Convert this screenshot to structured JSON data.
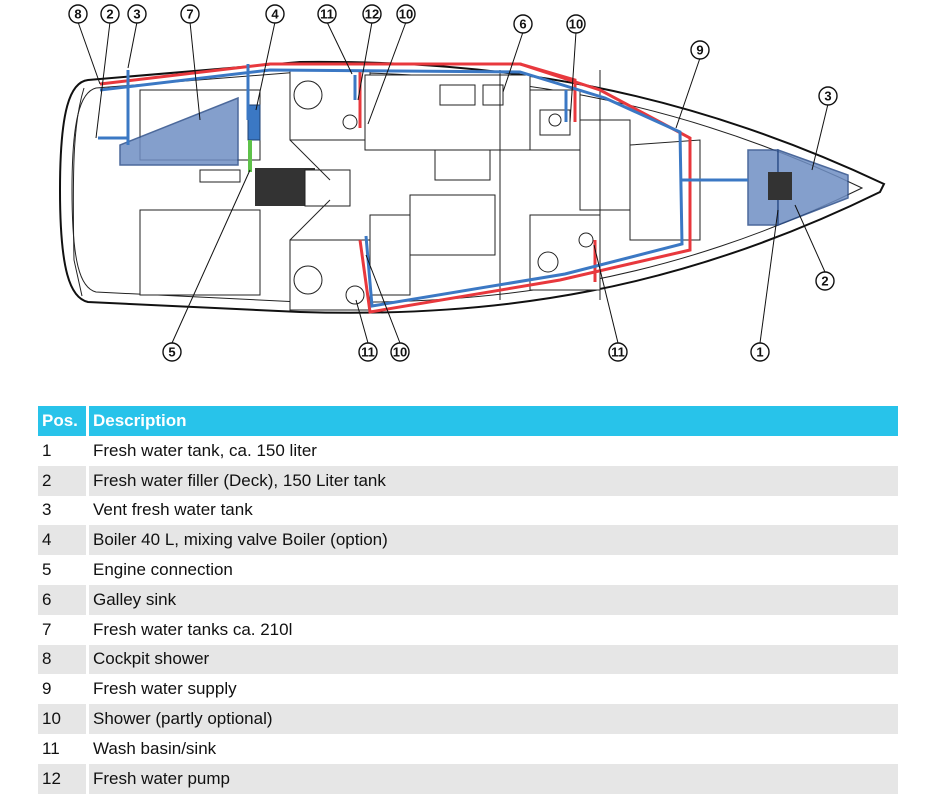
{
  "callouts": [
    {
      "label": "8"
    },
    {
      "label": "2"
    },
    {
      "label": "3"
    },
    {
      "label": "7"
    },
    {
      "label": "4"
    },
    {
      "label": "11"
    },
    {
      "label": "12"
    },
    {
      "label": "10"
    },
    {
      "label": "6"
    },
    {
      "label": "10"
    },
    {
      "label": "9"
    },
    {
      "label": "3"
    },
    {
      "label": "2"
    },
    {
      "label": "1"
    },
    {
      "label": "11"
    },
    {
      "label": "10"
    },
    {
      "label": "11"
    },
    {
      "label": "5"
    }
  ],
  "table": {
    "headers": [
      "Pos.",
      "Description"
    ],
    "rows": [
      {
        "pos": "1",
        "desc": "Fresh water tank, ca. 150 liter"
      },
      {
        "pos": "2",
        "desc": "Fresh water filler (Deck), 150 Liter tank"
      },
      {
        "pos": "3",
        "desc": "Vent fresh water tank"
      },
      {
        "pos": "4",
        "desc": "Boiler 40 L, mixing valve Boiler (option)"
      },
      {
        "pos": "5",
        "desc": "Engine connection"
      },
      {
        "pos": "6",
        "desc": "Galley sink"
      },
      {
        "pos": "7",
        "desc": "Fresh water tanks ca. 210l"
      },
      {
        "pos": "8",
        "desc": "Cockpit shower"
      },
      {
        "pos": "9",
        "desc": "Fresh water supply"
      },
      {
        "pos": "10",
        "desc": "Shower (partly optional)"
      },
      {
        "pos": "11",
        "desc": "Wash basin/sink"
      },
      {
        "pos": "12",
        "desc": "Fresh water pump"
      }
    ]
  },
  "colors": {
    "header_bg": "#28c3ea",
    "row_shade": "#e6e6e6",
    "hot_water_line": "#e8383d",
    "cold_water_line": "#3b78c4",
    "engine_line": "#5fc24a",
    "tank_fill": "#6f8fc4"
  }
}
